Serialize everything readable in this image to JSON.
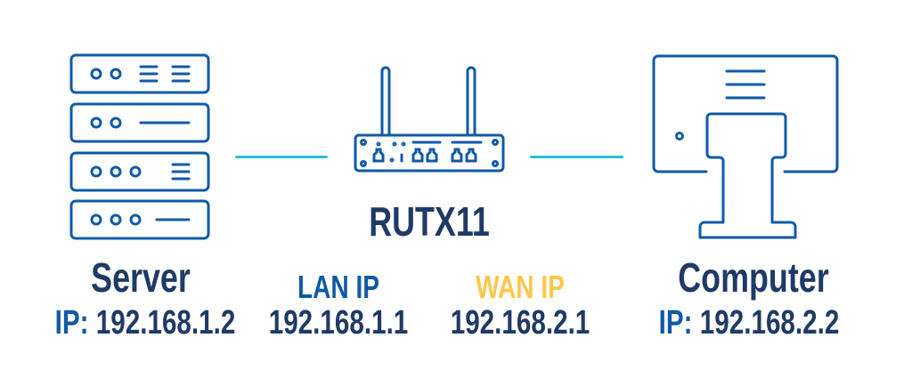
{
  "colors": {
    "icon_stroke": "#0f5aa8",
    "title_text": "#1f3a66",
    "ip_label": "#0f5aa8",
    "lan_label": "#0f5aa8",
    "wan_label": "#fbc74b",
    "link_line": "#2bbfd8"
  },
  "nodes": {
    "server": {
      "icon": "server-rack-icon",
      "name": "Server",
      "ip_label": "IP:",
      "ip": "192.168.1.2"
    },
    "router": {
      "icon": "router-icon",
      "name": "RUTX11",
      "lan": {
        "label": "LAN IP",
        "ip": "192.168.1.1"
      },
      "wan": {
        "label": "WAN IP",
        "ip": "192.168.2.1"
      }
    },
    "computer": {
      "icon": "monitor-icon",
      "name": "Computer",
      "ip_label": "IP:",
      "ip": "192.168.2.2"
    }
  },
  "links": [
    {
      "from": "server",
      "to": "router"
    },
    {
      "from": "router",
      "to": "computer"
    }
  ]
}
